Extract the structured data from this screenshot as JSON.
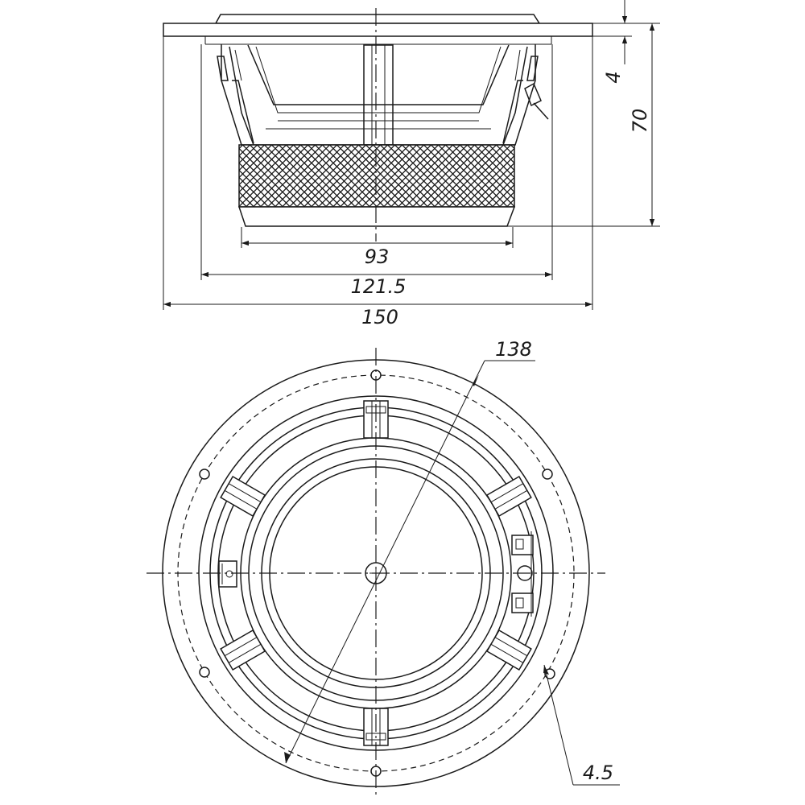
{
  "side_view": {
    "dim_height_total": "70",
    "dim_flange_thickness": "4",
    "dim_magnet_diameter": "93",
    "dim_basket_diameter": "121.5",
    "dim_outer_diameter": "150"
  },
  "front_view": {
    "dim_bolt_circle": "138",
    "dim_hole_diameter": "4.5"
  }
}
